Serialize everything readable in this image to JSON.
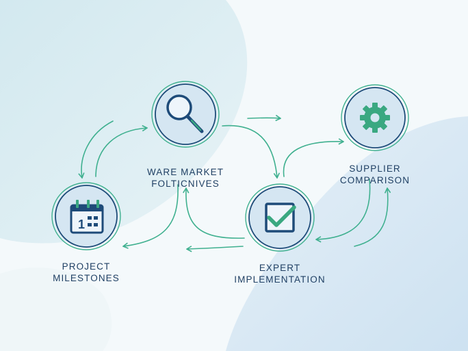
{
  "colors": {
    "stroke": "#3fb08f",
    "circle_fill": "#d5e6f2",
    "circle_ring": "#1e4b79",
    "icon_navy": "#1e4b79",
    "icon_accent": "#3aa881",
    "label": "#1f3f63"
  },
  "nodes": [
    {
      "id": "market",
      "icon": "magnifier-icon",
      "lines": [
        "WARE MARKET",
        "FOLTICNIVES"
      ]
    },
    {
      "id": "supplier",
      "icon": "gear-icon",
      "lines": [
        "SUPPLIER",
        "COMPARISON"
      ]
    },
    {
      "id": "milestones",
      "icon": "calendar-icon",
      "lines": [
        "PROJECT",
        "MILESTONES"
      ],
      "icon_text": "1"
    },
    {
      "id": "implementation",
      "icon": "checkmark-icon",
      "lines": [
        "EXPERT",
        "IMPLEMENTATION"
      ]
    }
  ]
}
